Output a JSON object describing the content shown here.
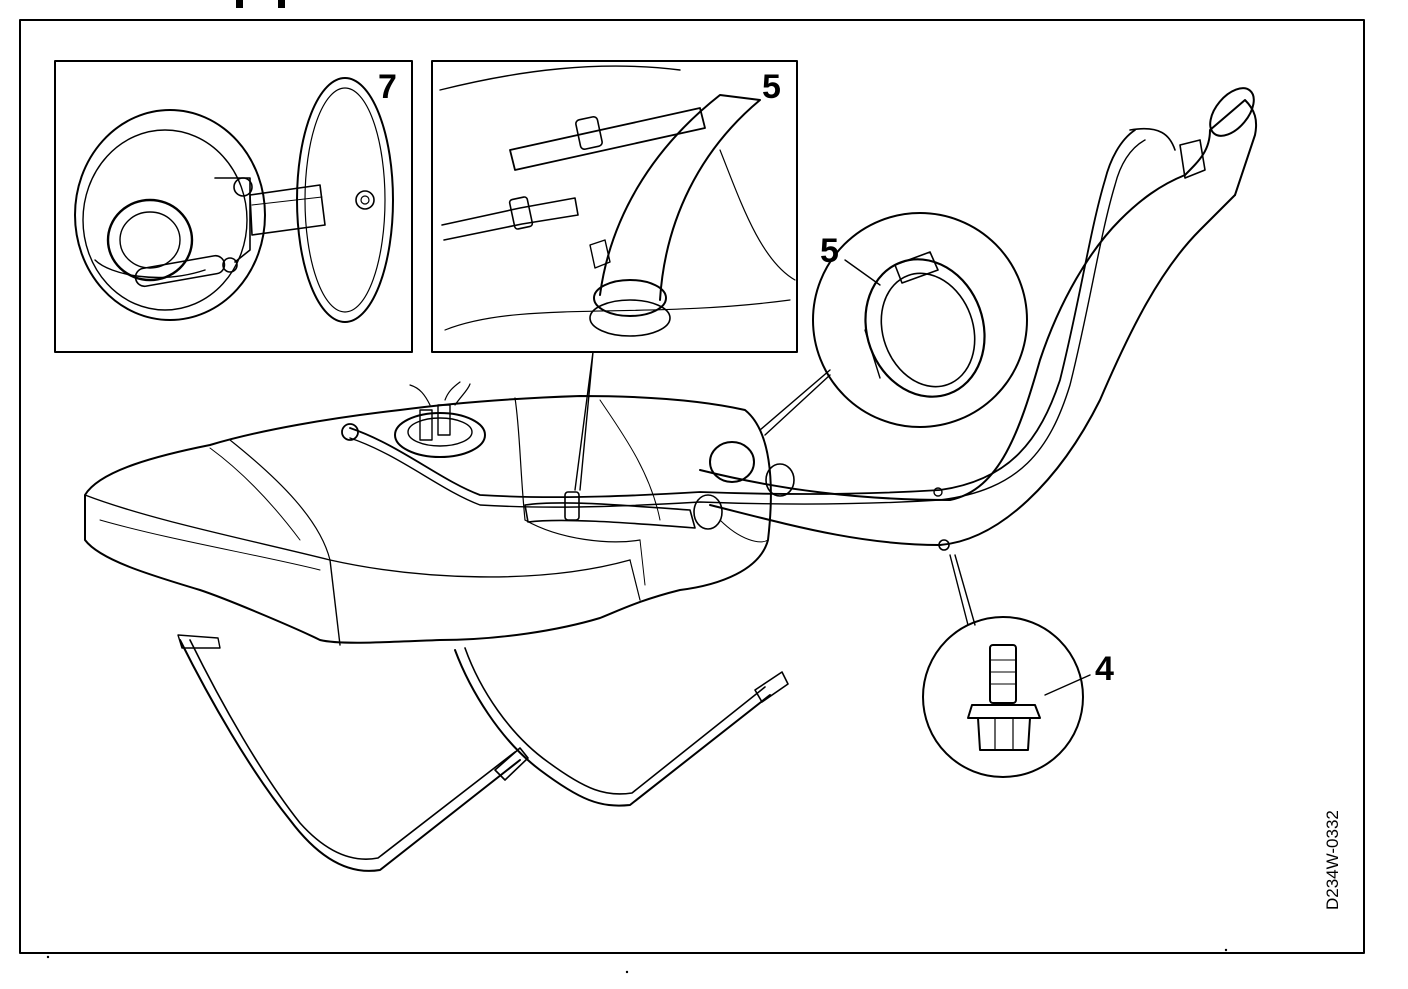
{
  "figure": {
    "callouts": {
      "fuel_flap": "7",
      "hose_connection": "5",
      "hose_clamp": "5",
      "bolt": "4"
    },
    "drawing_code": "D234W-0332"
  }
}
